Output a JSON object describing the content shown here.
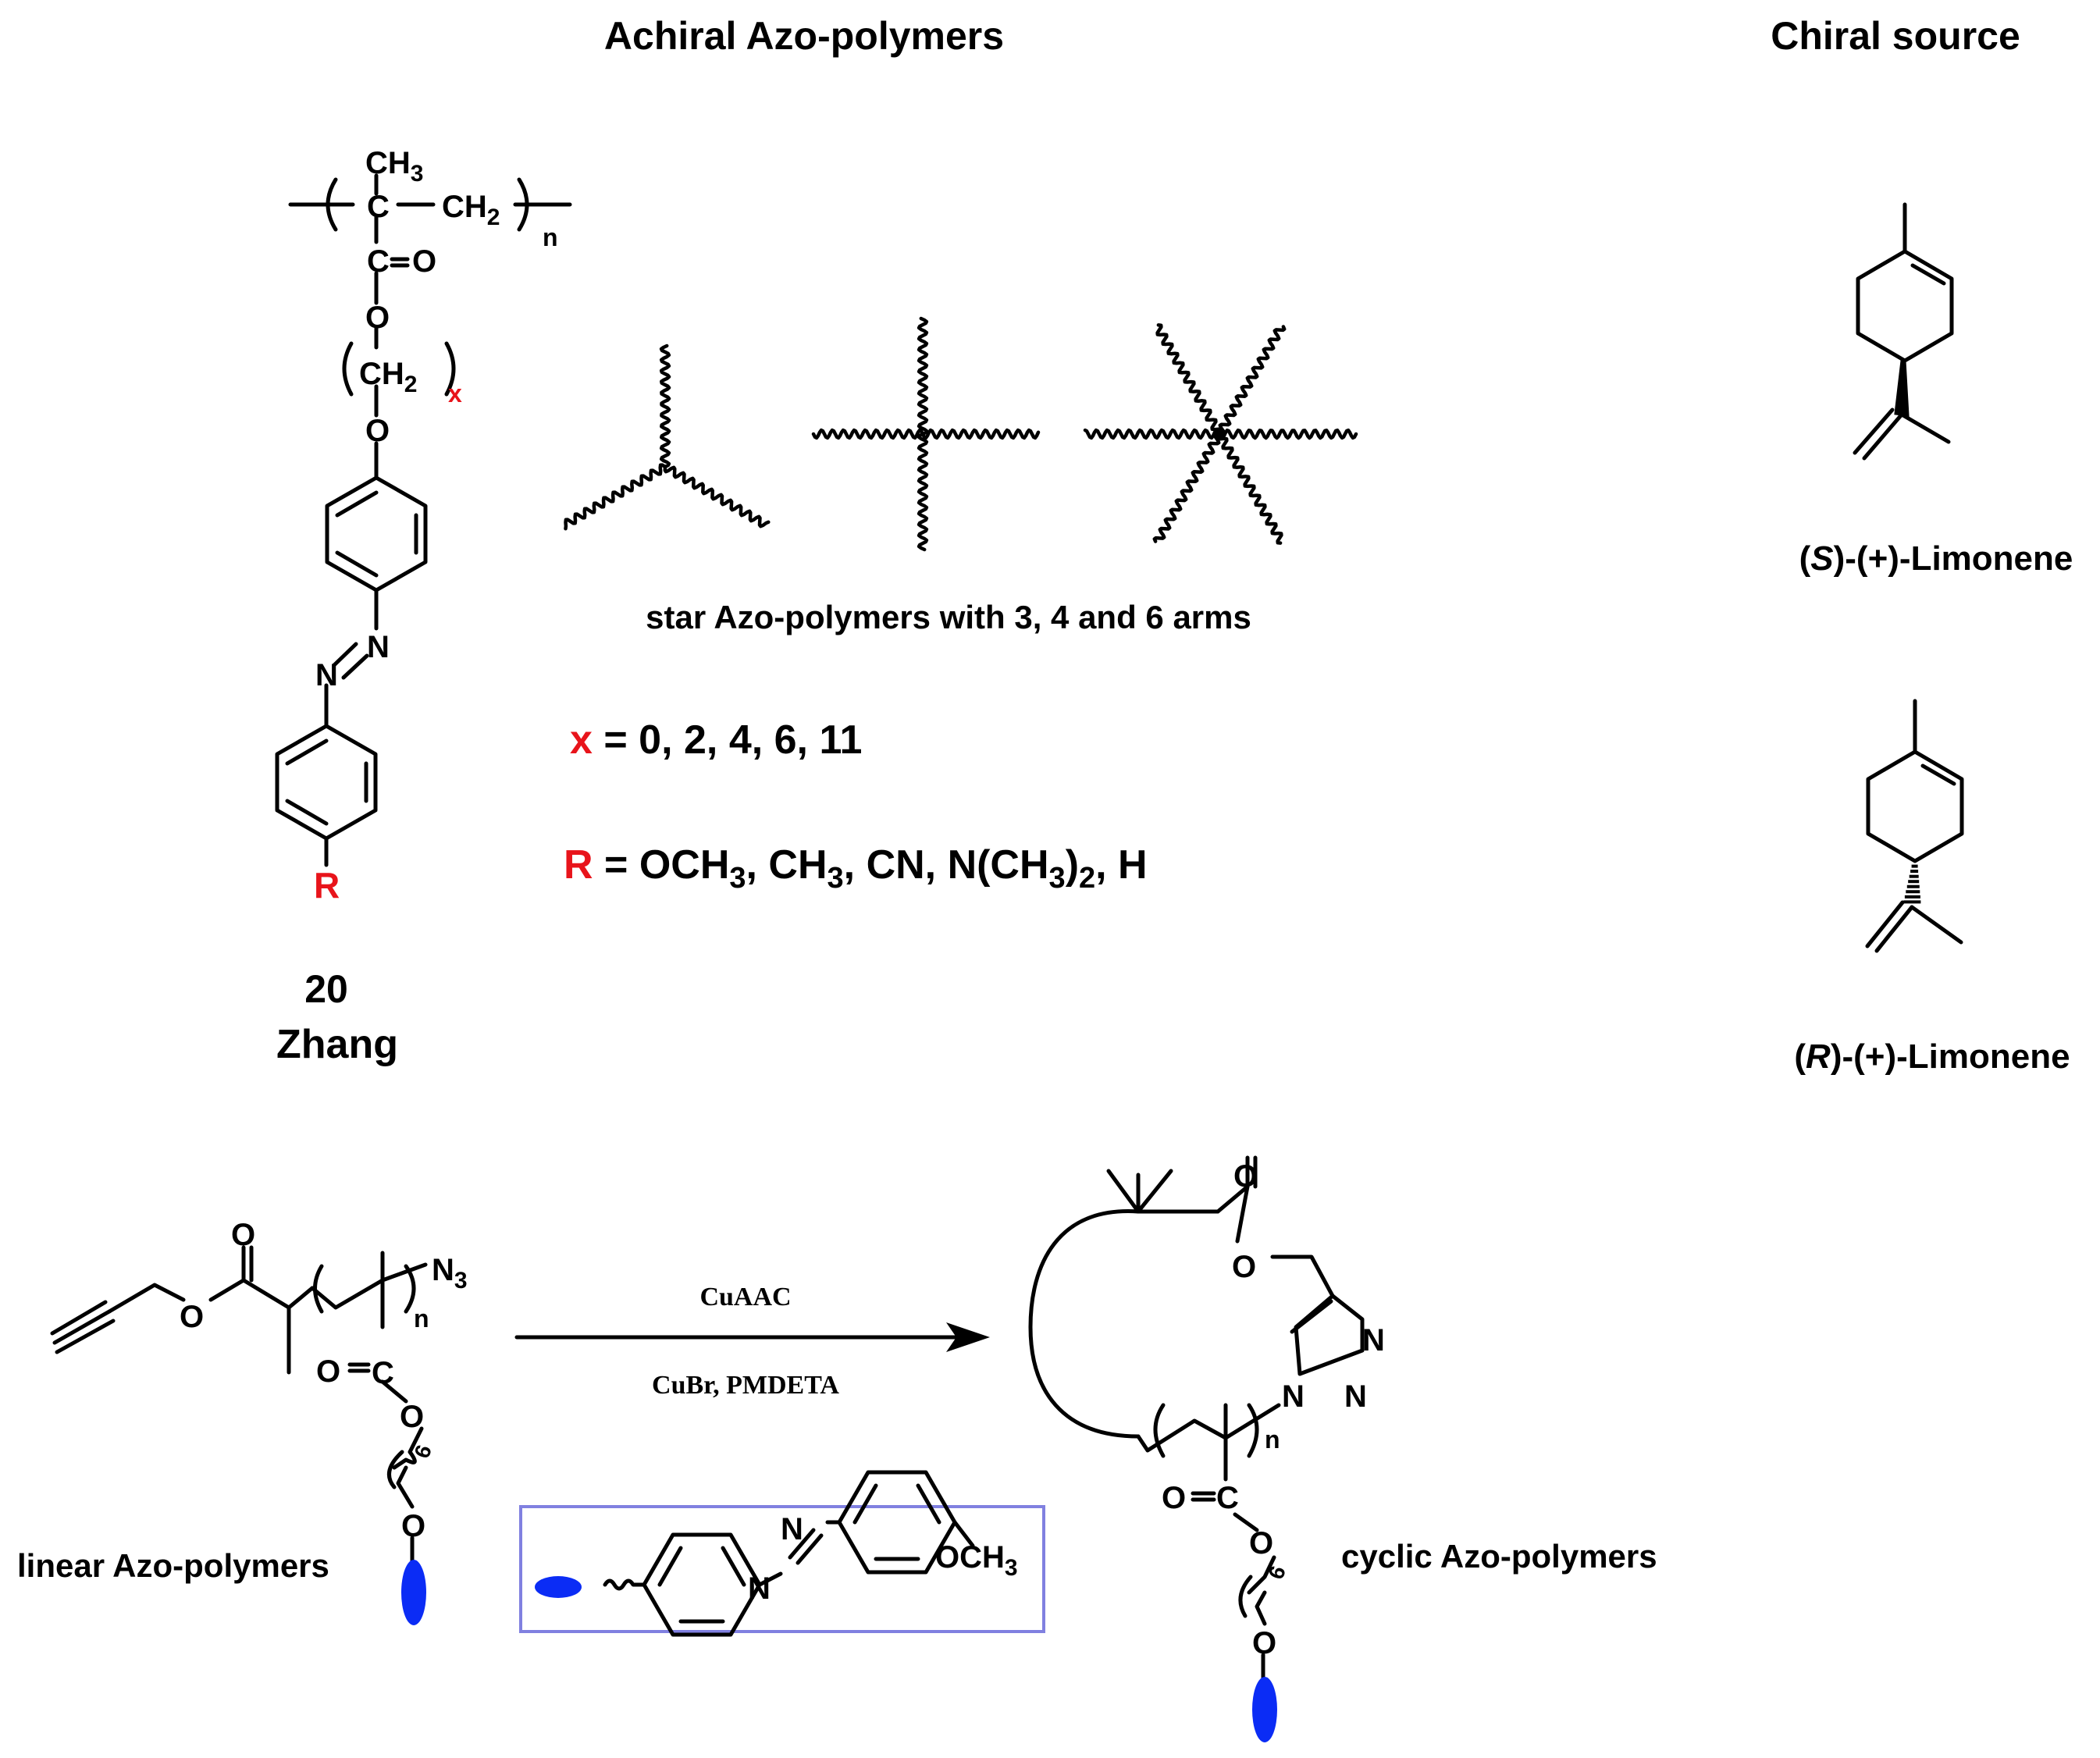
{
  "titles": {
    "achiral": "Achiral Azo-polymers",
    "chiral": "Chiral source"
  },
  "monomer": {
    "ch3": "CH",
    "ch3_sub": "3",
    "ch2": "CH",
    "ch2_sub": "2",
    "n": "n",
    "carbonyl_c": "C",
    "carbonyl_o": "O",
    "ester_o": "O",
    "spacer_ch2": "CH",
    "spacer_ch2_sub": "2",
    "spacer_x": "x",
    "ether_o": "O",
    "azo_n1": "N",
    "azo_n2": "N",
    "r_group": "R",
    "number": "20",
    "author": "Zhang"
  },
  "star": {
    "caption": "star Azo-polymers with 3, 4 and 6 arms",
    "arms": [
      3,
      4,
      6
    ]
  },
  "definitions": {
    "x_var": "x",
    "x_values": " = 0, 2, 4, 6, 11",
    "r_var": "R",
    "r_values": {
      "a": " = OCH",
      "a_sub": "3",
      "b": ", CH",
      "b_sub": "3",
      "c": ", CN, N(CH",
      "c_sub": "3",
      "d": ")",
      "d_sub": "2",
      "e": ", H"
    }
  },
  "limonene": {
    "s_prefix": "(",
    "s_letter": "S",
    "s_rest": ")-(+)-Limonene",
    "r_prefix": "(",
    "r_letter": "R",
    "r_rest": ")-(+)-Limonene"
  },
  "reaction": {
    "reagent_top": "CuAAC",
    "reagent_bottom": "CuBr, PMDETA",
    "linear_label": "linear Azo-polymers",
    "cyclic_label": "cyclic Azo-polymers",
    "n3": "N",
    "n3_sub": "3",
    "n": "n",
    "six": "6",
    "o": "O",
    "c": "C",
    "n_atom": "N",
    "legend_och3": "OCH",
    "legend_och3_sub": "3"
  },
  "colors": {
    "red": "#e8141b",
    "blue": "#0b2cf5",
    "legend_border": "#8080e0",
    "black": "#000000"
  }
}
